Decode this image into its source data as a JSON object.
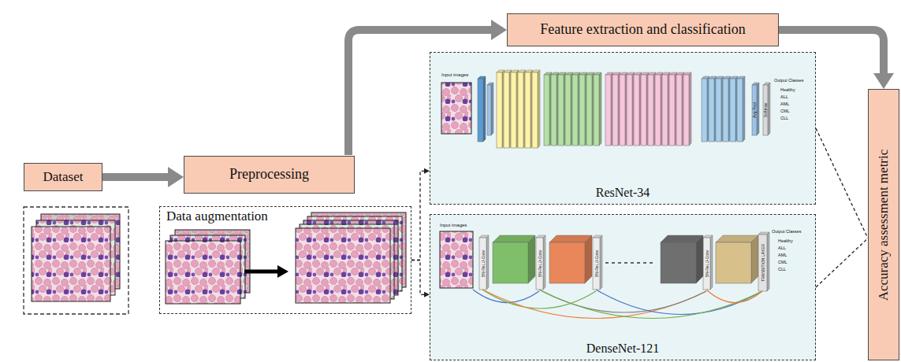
{
  "diagram": {
    "nodes": [
      {
        "text": [
          "Dataset"
        ]
      },
      {
        "text": [
          "Preprocessing"
        ]
      },
      {
        "text": [
          "Feature extraction and classification"
        ]
      },
      {
        "text": [
          "Accuracy assessment metric"
        ]
      },
      {
        "text": [
          "Data augmentation"
        ]
      },
      {
        "text": [
          "ResNet-34"
        ]
      },
      {
        "text": [
          "DenseNet-121"
        ]
      }
    ],
    "edges": [
      {
        "from": 0,
        "to": 1,
        "arrow": "to"
      },
      {
        "from": 1,
        "to": 2,
        "arrow": "to"
      },
      {
        "from": 2,
        "to": 3,
        "arrow": "to"
      },
      {
        "from": 4,
        "to": 5,
        "arrow": "to"
      },
      {
        "from": 4,
        "to": 6,
        "arrow": "to"
      },
      {
        "from": 5,
        "to": 3,
        "arrow": "none"
      },
      {
        "from": 6,
        "to": 3,
        "arrow": "none"
      }
    ],
    "labels": [
      "Input images",
      "Avg Pool",
      "Softmax",
      "Output Classes",
      "Healthy",
      "ALL",
      "AML",
      "CML",
      "CLL",
      "Input images",
      "BN-ReLU-Conv",
      "BN-ReLU-Conv",
      "BN-ReLU-Conv",
      "BN-ReLU-Conv",
      "TRANSITION LAYER",
      "Output Classes",
      "Healthy",
      "ALL",
      "AML",
      "CML",
      "CLL"
    ]
  }
}
